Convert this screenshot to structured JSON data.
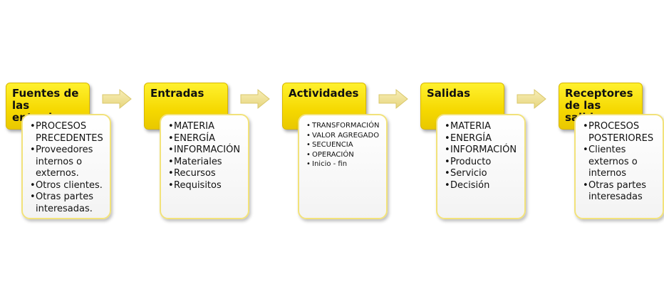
{
  "stages": [
    {
      "title": "Fuentes de las entradas",
      "items": [
        "PROCESOS PRECEDENTES",
        "Proveedores internos o externos.",
        "Otros clientes.",
        "Otras partes interesadas."
      ],
      "text_size": "normal"
    },
    {
      "title": "Entradas",
      "items": [
        "MATERIA",
        "ENERGÍA",
        "INFORMACIÓN",
        "Materiales",
        "Recursos",
        "Requisitos"
      ],
      "text_size": "normal"
    },
    {
      "title": "Actividades",
      "items": [
        "TRANSFORMACIÓN",
        "VALOR AGREGADO",
        "SECUENCIA",
        "OPERACIÓN",
        "Inicio - fin"
      ],
      "text_size": "small"
    },
    {
      "title": "Salidas",
      "items": [
        "MATERIA",
        "ENERGÍA",
        "INFORMACIÓN",
        "Producto",
        "Servicio",
        "Decisión"
      ],
      "text_size": "normal"
    },
    {
      "title": "Receptores de las salidas",
      "items": [
        "PROCESOS POSTERIORES",
        "Clientes externos o internos",
        "Otras partes interesadas"
      ],
      "text_size": "normal"
    }
  ],
  "colors": {
    "header_fill": "#f5d800",
    "content_border": "#f2e27a",
    "arrow_fill": "#f2e49a"
  },
  "arrow_icon": "right-arrow-icon"
}
